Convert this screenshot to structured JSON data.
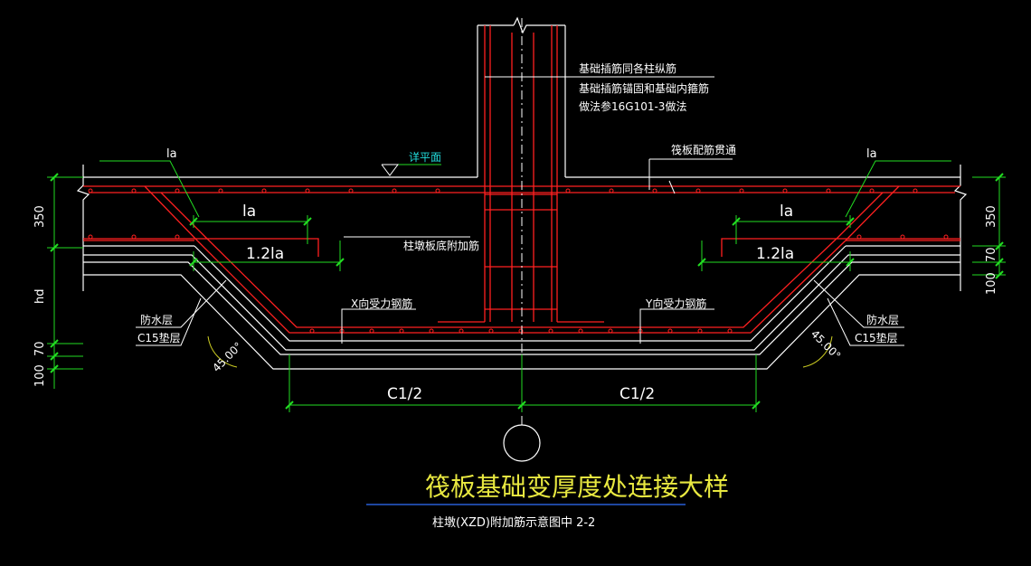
{
  "colors": {
    "background": "#000000",
    "outline": "#ffffff",
    "rebar": "#ff2020",
    "dimension": "#22dd22",
    "annotation": "#ffffff",
    "title": "#e8e840",
    "title_rule": "#3070ff",
    "angle": "#cccc22"
  },
  "labels": {
    "column_rebar_note": "基础插筋同各柱纵筋",
    "anchor_note_1": "基础插筋锚固和基础内箍筋",
    "anchor_note_2": "做法参16G101-3做法",
    "detail_plane": "详平面",
    "raft_rebar_through": "筏板配筋贯通",
    "column_pier_bottom_rebar": "柱墩板底附加筋",
    "x_rebar": "X向受力钢筋",
    "y_rebar": "Y向受力钢筋",
    "waterproof_left": "防水层",
    "cushion_left": "C15垫层",
    "waterproof_right": "防水层",
    "cushion_right": "C15垫层",
    "angle_left": "45.00°",
    "angle_right": "45.00°"
  },
  "dimensions": {
    "la_top_left": "la",
    "la_top_right": "la",
    "la_mid_left": "la",
    "la_mid_right": "la",
    "la12_left": "1.2la",
    "la12_right": "1.2la",
    "c_half_left": "C1/2",
    "c_half_right": "C1/2",
    "h350_left": "350",
    "h350_right": "350",
    "hd_left": "hd",
    "h70_left": "70",
    "h100_left": "100",
    "h70_right": "70",
    "h100_right": "100"
  },
  "title": {
    "main": "筏板基础变厚度处连接大样",
    "sub": "柱墩(XZD)附加筋示意图中 2-2"
  }
}
